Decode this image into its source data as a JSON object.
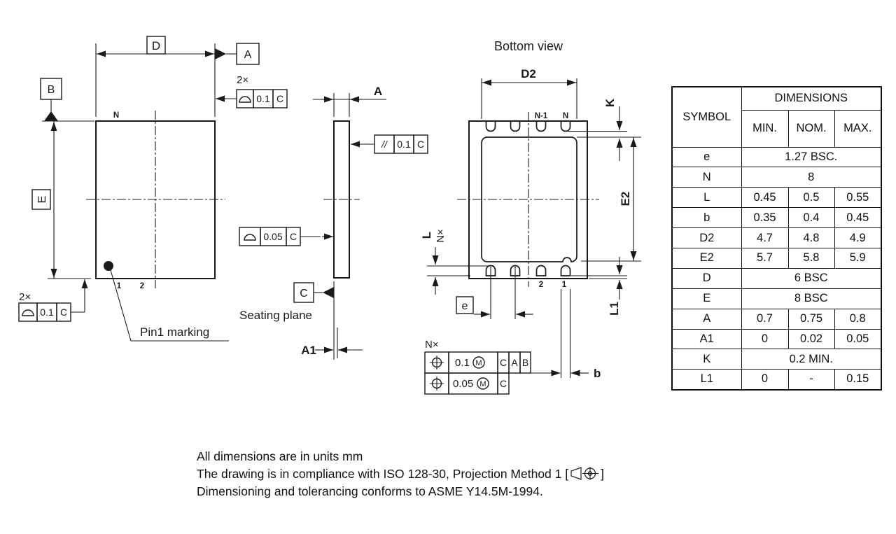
{
  "top_view": {
    "n_label": "N",
    "pin1": "1",
    "pin2": "2",
    "dim_d": "D",
    "dim_e": "E",
    "datum_a": "A",
    "datum_b": "B",
    "qty_top": "2×",
    "qty_bottom": "2×",
    "fcf_top": {
      "tol": "0.1",
      "datum": "C"
    },
    "fcf_bottom": {
      "tol": "0.1",
      "datum": "C"
    },
    "pin1_text": "Pin1 marking"
  },
  "side_view": {
    "dim_a": "A",
    "dim_a1": "A1",
    "datum_c": "C",
    "seating": "Seating plane",
    "fcf_parallelism": {
      "sym": "//",
      "tol": "0.1",
      "datum": "C"
    },
    "fcf_flatness": {
      "tol": "0.05",
      "datum": "C"
    }
  },
  "bottom_view": {
    "title": "Bottom view",
    "dim_d2": "D2",
    "dim_e2": "E2",
    "dim_k": "K",
    "dim_l": "L",
    "dim_l1": "L1",
    "dim_e": "e",
    "dim_b": "b",
    "nx_label": "N×",
    "qty_nx": "N×",
    "pin_n1": "N-1",
    "pin_n": "N",
    "pin1": "1",
    "pin2": "2",
    "fcf_pos1": {
      "tol": "0.1",
      "mod": "M",
      "d1": "C",
      "d2": "A",
      "d3": "B"
    },
    "fcf_pos2": {
      "tol": "0.05",
      "mod": "M",
      "d1": "C"
    }
  },
  "table": {
    "header_symbol": "SYMBOL",
    "header_dimensions": "DIMENSIONS",
    "cols": [
      "MIN.",
      "NOM.",
      "MAX."
    ],
    "rows": [
      {
        "sym": "e",
        "value": "1.27 BSC."
      },
      {
        "sym": "N",
        "value": "8"
      },
      {
        "sym": "L",
        "min": "0.45",
        "nom": "0.5",
        "max": "0.55"
      },
      {
        "sym": "b",
        "min": "0.35",
        "nom": "0.4",
        "max": "0.45"
      },
      {
        "sym": "D2",
        "min": "4.7",
        "nom": "4.8",
        "max": "4.9"
      },
      {
        "sym": "E2",
        "min": "5.7",
        "nom": "5.8",
        "max": "5.9"
      },
      {
        "sym": "D",
        "value": "6 BSC"
      },
      {
        "sym": "E",
        "value": "8 BSC"
      },
      {
        "sym": "A",
        "min": "0.7",
        "nom": "0.75",
        "max": "0.8"
      },
      {
        "sym": "A1",
        "min": "0",
        "nom": "0.02",
        "max": "0.05"
      },
      {
        "sym": "K",
        "value": "0.2 MIN."
      },
      {
        "sym": "L1",
        "min": "0",
        "nom": "-",
        "max": "0.15"
      }
    ]
  },
  "notes": {
    "line1": "All dimensions are in units mm",
    "line2_pre": "The drawing is in compliance with ISO 128-30, Projection Method 1 [",
    "line2_post": "]",
    "line3": "Dimensioning and tolerancing conforms to ASME Y14.5M-1994."
  },
  "colors": {
    "line": "#1a1a1a",
    "background": "#ffffff"
  }
}
